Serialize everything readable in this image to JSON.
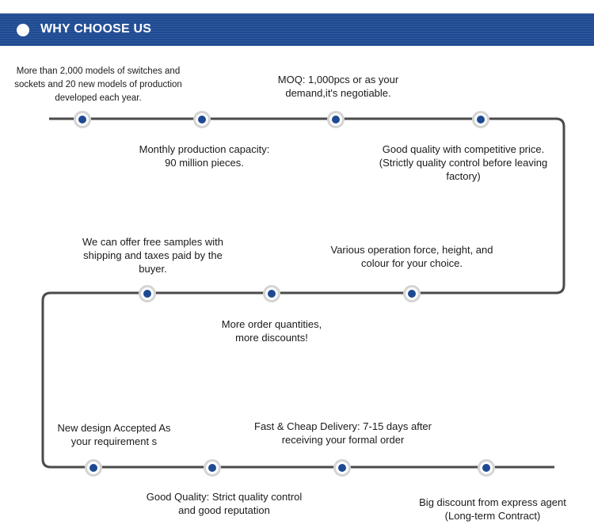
{
  "header": {
    "title": "WHY CHOOSE US",
    "color": "#1e4a92"
  },
  "colors": {
    "line": "#4a4a4a",
    "node_fill": "#1e4a92",
    "node_ring": "#d4d4d4"
  },
  "items": [
    {
      "text": "More than 2,000 models of switches and\nsockets and 20 new models of production\ndeveloped each year."
    },
    {
      "text": "Monthly production capacity:\n90 million pieces."
    },
    {
      "text": "MOQ: 1,000pcs or as your\ndemand,it's negotiable."
    },
    {
      "text": "Good quality with competitive price.\n(Strictly quality control  before leaving\nfactory)"
    },
    {
      "text": "Various operation force, height, and\ncolour for your choice."
    },
    {
      "text": "More order quantities,\nmore discounts!"
    },
    {
      "text": "We can offer free samples with\nshipping and taxes paid by the\nbuyer."
    },
    {
      "text": "New design Accepted As\nyour requirement s"
    },
    {
      "text": "Good Quality: Strict quality control\nand good reputation"
    },
    {
      "text": "Fast & Cheap Delivery: 7-15 days after\nreceiving your formal order"
    },
    {
      "text": "Big discount from express agent\n(Long-term Contract)"
    }
  ]
}
